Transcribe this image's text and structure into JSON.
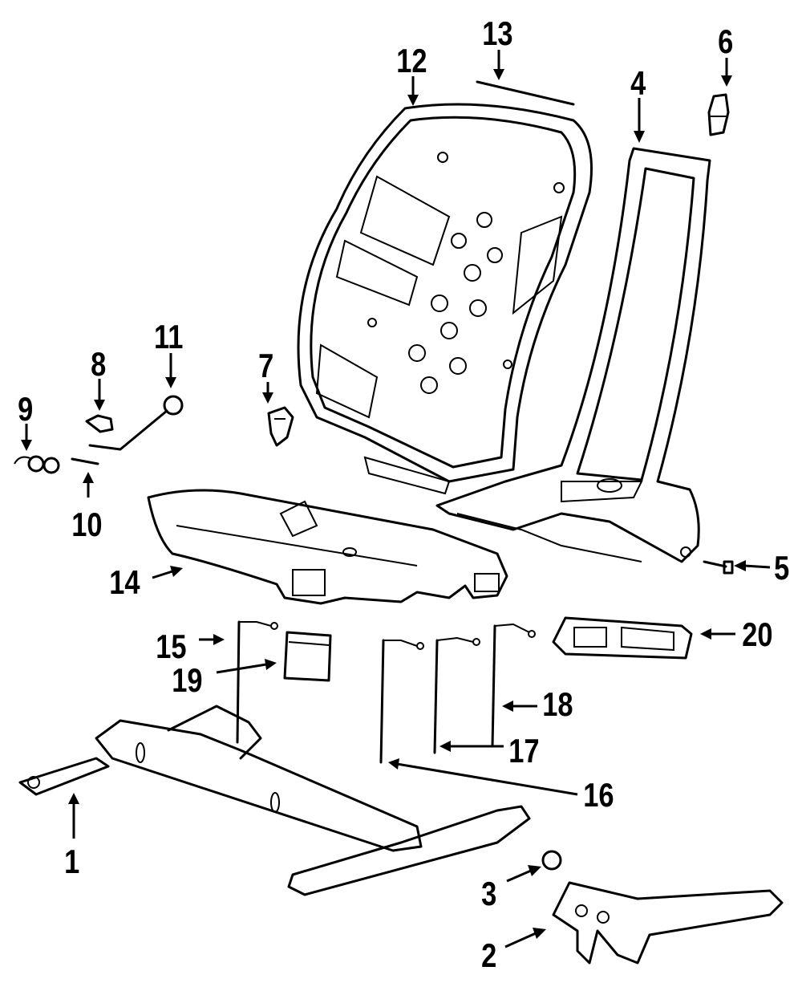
{
  "callouts": [
    {
      "id": "1",
      "text": "1"
    },
    {
      "id": "2",
      "text": "2"
    },
    {
      "id": "3",
      "text": "3"
    },
    {
      "id": "4",
      "text": "4"
    },
    {
      "id": "5",
      "text": "5"
    },
    {
      "id": "6",
      "text": "6"
    },
    {
      "id": "7",
      "text": "7"
    },
    {
      "id": "8",
      "text": "8"
    },
    {
      "id": "9",
      "text": "9"
    },
    {
      "id": "10",
      "text": "10"
    },
    {
      "id": "11",
      "text": "11"
    },
    {
      "id": "12",
      "text": "12"
    },
    {
      "id": "13",
      "text": "13"
    },
    {
      "id": "14",
      "text": "14"
    },
    {
      "id": "15",
      "text": "15"
    },
    {
      "id": "16",
      "text": "16"
    },
    {
      "id": "17",
      "text": "17"
    },
    {
      "id": "18",
      "text": "18"
    },
    {
      "id": "19",
      "text": "19"
    },
    {
      "id": "20",
      "text": "20"
    }
  ]
}
